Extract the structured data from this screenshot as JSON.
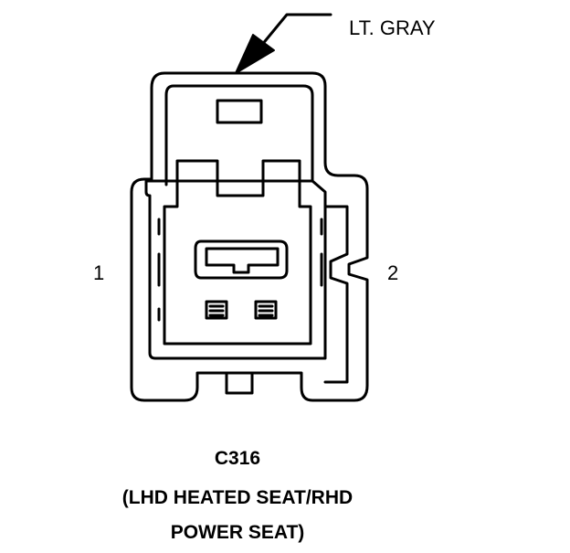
{
  "color_label": "LT. GRAY",
  "pin_labels": [
    "1",
    "2"
  ],
  "connector": {
    "id": "C316",
    "description_line1": "(LHD HEATED SEAT/RHD",
    "description_line2": "POWER SEAT)"
  }
}
